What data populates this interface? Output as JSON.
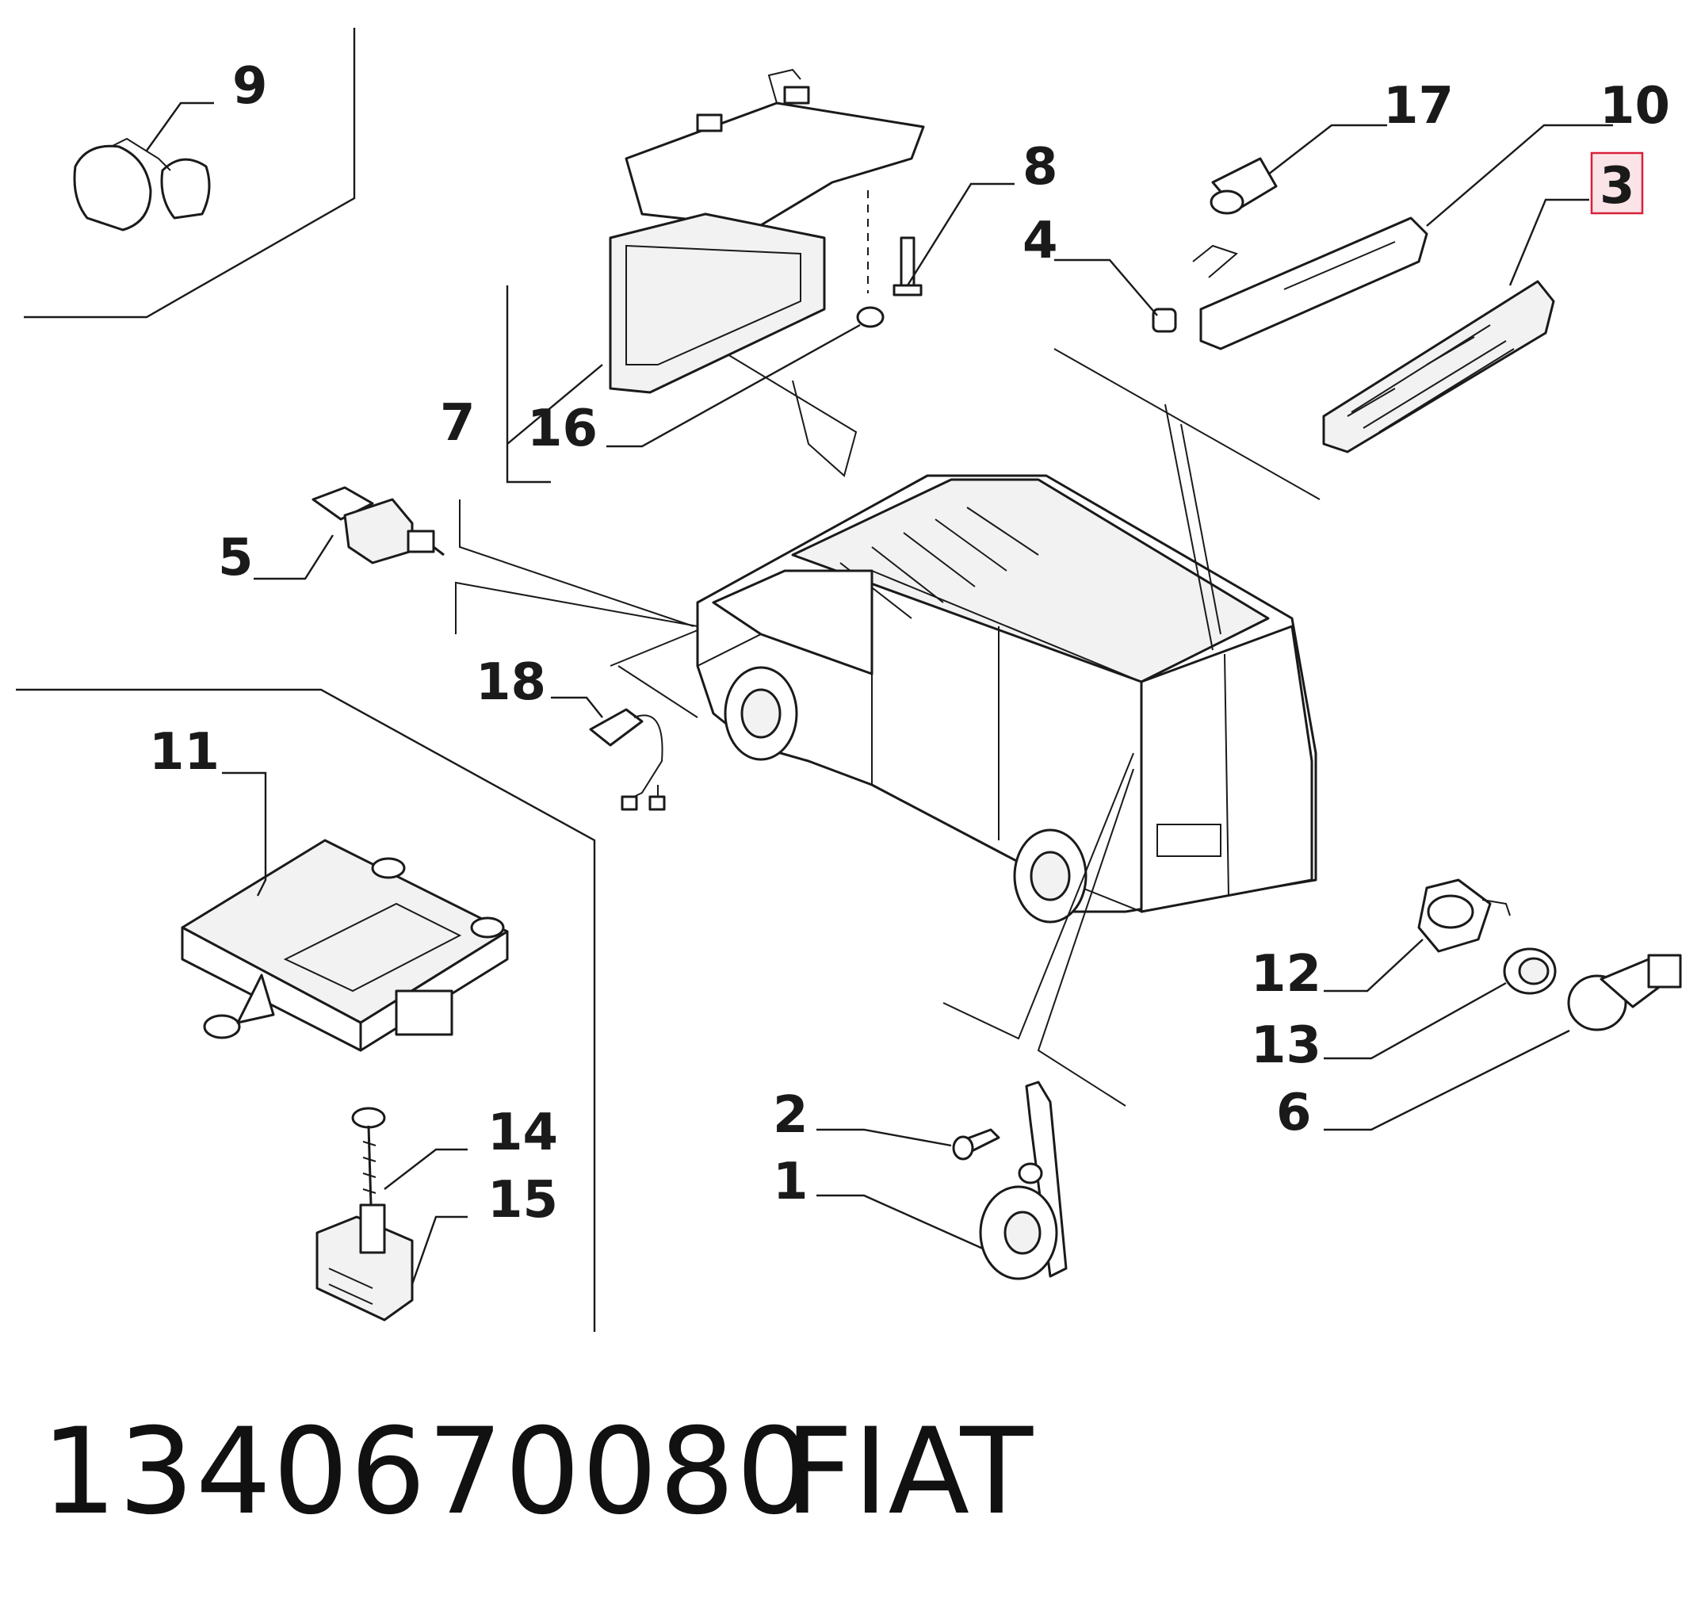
{
  "diagram": {
    "callouts": [
      "9",
      "17",
      "10",
      "3",
      "8",
      "4",
      "7",
      "16",
      "5",
      "18",
      "11",
      "12",
      "13",
      "6",
      "14",
      "15",
      "2",
      "1"
    ],
    "highlighted_callout": "3",
    "highlight_color": "#d9203a"
  },
  "footer": {
    "part_number": "1340670080",
    "brand": "FIAT"
  }
}
